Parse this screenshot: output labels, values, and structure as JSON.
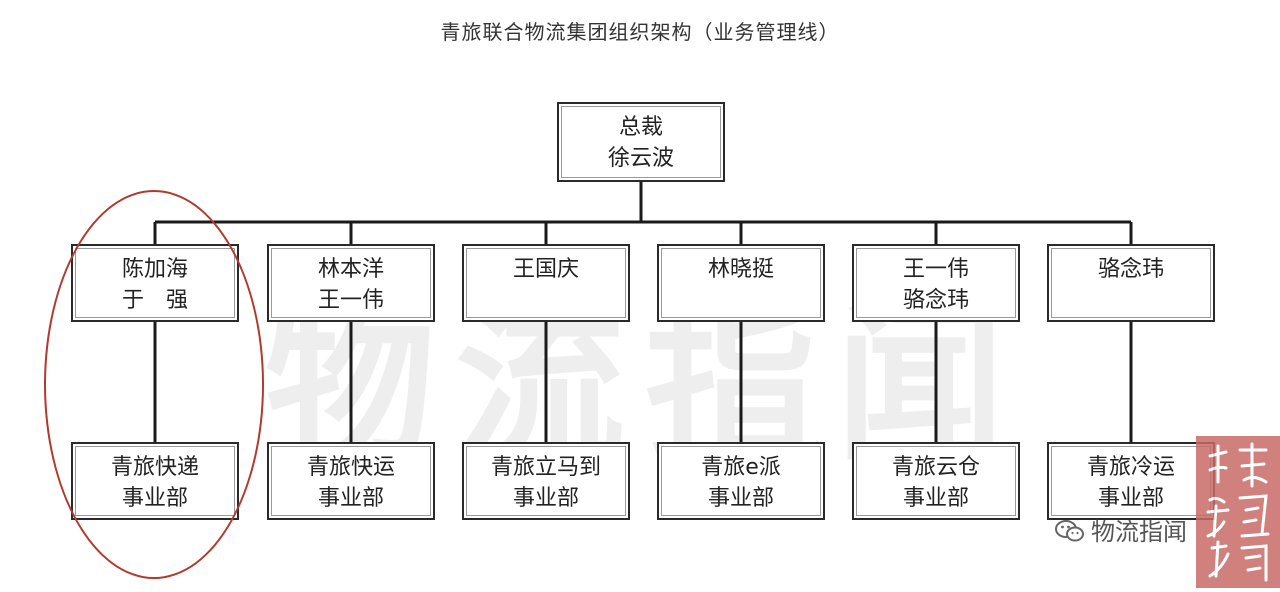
{
  "title": "青旅联合物流集团组织架构（业务管理线）",
  "watermark": "物流指闻",
  "ceo": {
    "line1": "总裁",
    "line2": "徐云波"
  },
  "managers": [
    {
      "line1": "陈加海",
      "line2": "于　强"
    },
    {
      "line1": "林本洋",
      "line2": "王一伟"
    },
    {
      "line1": "王国庆",
      "line2": ""
    },
    {
      "line1": "林晓挺",
      "line2": ""
    },
    {
      "line1": "王一伟",
      "line2": "骆念玮"
    },
    {
      "line1": "骆念玮",
      "line2": ""
    }
  ],
  "units": [
    {
      "line1": "青旅快递",
      "line2": "事业部"
    },
    {
      "line1": "青旅快运",
      "line2": "事业部"
    },
    {
      "line1": "青旅立马到",
      "line2": "事业部"
    },
    {
      "line1": "青旅e派",
      "line2": "事业部"
    },
    {
      "line1": "青旅云仓",
      "line2": "事业部"
    },
    {
      "line1": "青旅冷运",
      "line2": "事业部"
    }
  ],
  "highlight_color": "#b03a2e",
  "footer_badge": {
    "icon": "wechat-icon",
    "text": "物流指闻"
  },
  "seal": {
    "icon": "seal-stamp-icon",
    "text": "物流指闻"
  }
}
